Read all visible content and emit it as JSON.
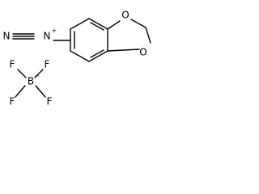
{
  "molecule": {
    "atoms": {
      "o_top": "O",
      "o_bottom": "O",
      "n_terminal": "N",
      "n_plus": "N",
      "n_plus_charge": "+",
      "boron": "B",
      "boron_charge": "−",
      "f_top_left": "F",
      "f_top_right": "F",
      "f_left": "F",
      "f_bottom": "F"
    }
  }
}
